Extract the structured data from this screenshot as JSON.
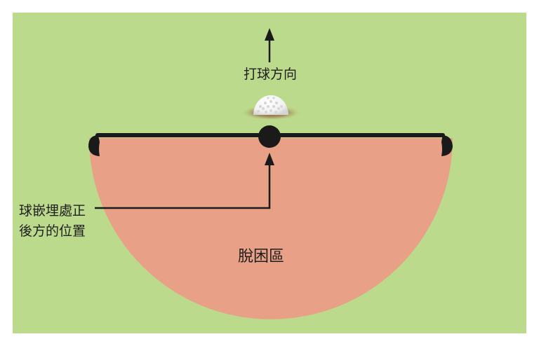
{
  "labels": {
    "hit_direction": "打球方向",
    "embedded_spot_line1": "球嵌埋處正",
    "embedded_spot_line2": "後方的位置",
    "relief_area": "脫困區"
  },
  "colors": {
    "grass": "#bcda8c",
    "relief_area": "#e8a086",
    "line": "#1a1a1a",
    "ball": "#f6f6f6",
    "pitch_mark": "#a07a55"
  },
  "icons": {
    "ball": "golf-ball-icon",
    "arrow": "arrow-up-icon",
    "marker": "reference-point-dot"
  }
}
